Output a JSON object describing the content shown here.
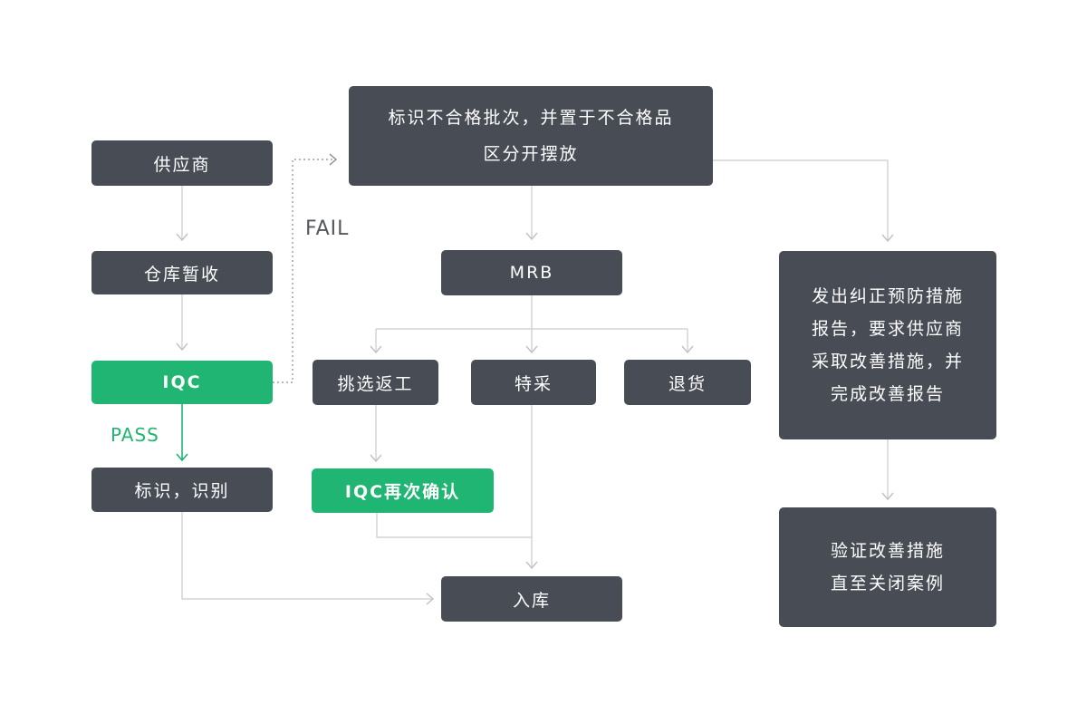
{
  "diagram": {
    "type": "flowchart",
    "topic": "IQC incoming quality control process",
    "colors": {
      "background": "#ffffff",
      "node_dark": "#474c55",
      "node_green": "#21b573",
      "node_text": "#ffffff",
      "connector": "#c9cacc",
      "connector_dashed": "#8a8c90",
      "fail_label_color": "#54575c",
      "pass_label_color": "#21b573"
    },
    "nodes": {
      "supplier": {
        "label": "供应商"
      },
      "warehouse_receive": {
        "label": "仓库暂收"
      },
      "iqc": {
        "label": "IQC"
      },
      "mark_identify": {
        "label": "标识，识别"
      },
      "nonconforming_hold": {
        "lines": [
          "标识不合格批次，并置于不合格品",
          "区分开摆放"
        ]
      },
      "mrb": {
        "label": "MRB"
      },
      "sort_rework": {
        "label": "挑选返工"
      },
      "special_acceptance": {
        "label": "特采"
      },
      "return_goods": {
        "label": "退货"
      },
      "iqc_reconfirm": {
        "label": "IQC再次确认"
      },
      "warehouse_in": {
        "label": "入库"
      },
      "capa_report": {
        "lines": [
          "发出纠正预防措施",
          "报告，要求供应商",
          "采取改善措施，并",
          "完成改善报告"
        ]
      },
      "verify_close": {
        "lines": [
          "验证改善措施",
          "直至关闭案例"
        ]
      }
    },
    "edge_labels": {
      "fail": "FAIL",
      "pass": "PASS"
    }
  }
}
